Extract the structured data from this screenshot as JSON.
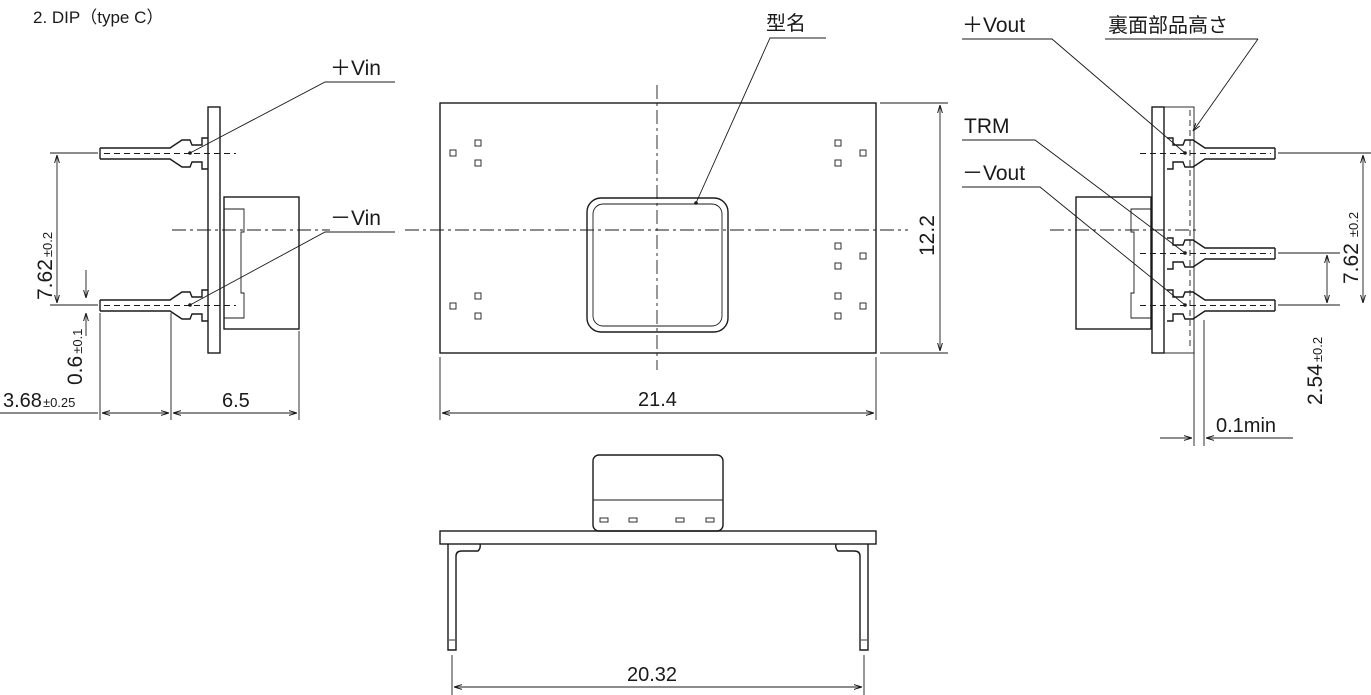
{
  "title": "2. DIP（type C）",
  "labels": {
    "vin_plus": "＋Vin",
    "vin_minus": "－Vin",
    "model_name": "型名",
    "vout_plus": "＋Vout",
    "back_height": "裏面部品高さ",
    "trm": "TRM",
    "vout_minus": "－Vout"
  },
  "dimensions": {
    "left_pitch": "7.62",
    "left_pitch_tol": "±0.2",
    "pin_dia": "0.6",
    "pin_dia_tol": "±0.1",
    "pin_len": "3.68",
    "pin_len_tol": "±0.25",
    "body_depth": "6.5",
    "width": "21.4",
    "height": "12.2",
    "right_pitch": "7.62",
    "right_pitch_tol": "±0.2",
    "trm_pitch": "2.54",
    "trm_pitch_tol": "±0.2",
    "standoff": "0.1min",
    "pin_span": "20.32"
  }
}
